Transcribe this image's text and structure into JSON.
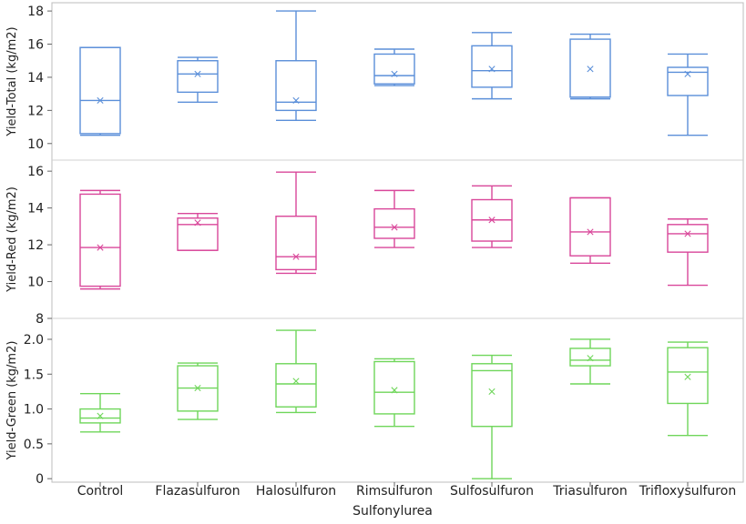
{
  "chart_data": {
    "type": "box",
    "xlabel": "Sulfonylurea",
    "categories": [
      "Control",
      "Flazasulfuron",
      "Halosulfuron",
      "Rimsulfuron",
      "Sulfosulfuron",
      "Triasulfuron",
      "Trifloxysulfuron"
    ],
    "panels": [
      {
        "ylabel": "Yield-Total (kg/m2)",
        "color": "#5b8fd9",
        "ylim": [
          9,
          18.5
        ],
        "yticks": [
          10,
          12,
          14,
          16,
          18
        ],
        "tick_labels": [
          "10",
          "12",
          "14",
          "16",
          "18"
        ],
        "boxes": [
          {
            "min": 10.5,
            "q1": 10.6,
            "median": 12.6,
            "q3": 15.8,
            "max": 15.8,
            "mean": 12.6
          },
          {
            "min": 12.5,
            "q1": 13.1,
            "median": 14.2,
            "q3": 15.0,
            "max": 15.2,
            "mean": 14.2
          },
          {
            "min": 11.4,
            "q1": 12.0,
            "median": 12.5,
            "q3": 15.0,
            "max": 18.0,
            "mean": 12.6
          },
          {
            "min": 13.5,
            "q1": 13.6,
            "median": 14.1,
            "q3": 15.4,
            "max": 15.7,
            "mean": 14.2
          },
          {
            "min": 12.7,
            "q1": 13.4,
            "median": 14.4,
            "q3": 15.9,
            "max": 16.7,
            "mean": 14.5
          },
          {
            "min": 12.7,
            "q1": 12.8,
            "median": 12.8,
            "q3": 16.3,
            "max": 16.6,
            "mean": 14.5
          },
          {
            "min": 10.5,
            "q1": 12.9,
            "median": 14.3,
            "q3": 14.6,
            "max": 15.4,
            "mean": 14.2
          }
        ]
      },
      {
        "ylabel": "Yield-Red (kg/m2)",
        "color": "#d9479a",
        "ylim": [
          8,
          16.6
        ],
        "yticks": [
          8,
          10,
          12,
          14,
          16
        ],
        "tick_labels": [
          "8",
          "10",
          "12",
          "14",
          "16"
        ],
        "boxes": [
          {
            "min": 9.6,
            "q1": 9.75,
            "median": 11.85,
            "q3": 14.75,
            "max": 14.95,
            "mean": 11.85
          },
          {
            "min": 11.7,
            "q1": 11.7,
            "median": 13.1,
            "q3": 13.45,
            "max": 13.7,
            "mean": 13.2
          },
          {
            "min": 10.45,
            "q1": 10.65,
            "median": 11.35,
            "q3": 13.55,
            "max": 15.95,
            "mean": 11.35
          },
          {
            "min": 11.85,
            "q1": 12.35,
            "median": 12.95,
            "q3": 13.95,
            "max": 14.95,
            "mean": 12.95
          },
          {
            "min": 11.85,
            "q1": 12.2,
            "median": 13.35,
            "q3": 14.45,
            "max": 15.2,
            "mean": 13.35
          },
          {
            "min": 11.0,
            "q1": 11.4,
            "median": 12.7,
            "q3": 14.55,
            "max": 14.55,
            "mean": 12.7
          },
          {
            "min": 9.8,
            "q1": 11.6,
            "median": 12.6,
            "q3": 13.1,
            "max": 13.4,
            "mean": 12.6
          }
        ]
      },
      {
        "ylabel": "Yield-Green (kg/m2)",
        "color": "#6fd65a",
        "ylim": [
          -0.05,
          2.3
        ],
        "yticks": [
          0,
          0.5,
          1.0,
          1.5,
          2.0
        ],
        "tick_labels": [
          "0",
          "0.5",
          "1.0",
          "1.5",
          "2.0"
        ],
        "boxes": [
          {
            "min": 0.67,
            "q1": 0.8,
            "median": 0.87,
            "q3": 1.0,
            "max": 1.22,
            "mean": 0.9
          },
          {
            "min": 0.85,
            "q1": 0.97,
            "median": 1.3,
            "q3": 1.62,
            "max": 1.66,
            "mean": 1.3
          },
          {
            "min": 0.95,
            "q1": 1.03,
            "median": 1.36,
            "q3": 1.65,
            "max": 2.13,
            "mean": 1.4
          },
          {
            "min": 0.75,
            "q1": 0.93,
            "median": 1.24,
            "q3": 1.68,
            "max": 1.72,
            "mean": 1.27
          },
          {
            "min": 0.0,
            "q1": 0.75,
            "median": 1.55,
            "q3": 1.65,
            "max": 1.77,
            "mean": 1.25
          },
          {
            "min": 1.36,
            "q1": 1.62,
            "median": 1.7,
            "q3": 1.87,
            "max": 2.0,
            "mean": 1.73
          },
          {
            "min": 0.62,
            "q1": 1.08,
            "median": 1.53,
            "q3": 1.88,
            "max": 1.96,
            "mean": 1.46
          }
        ]
      }
    ]
  }
}
